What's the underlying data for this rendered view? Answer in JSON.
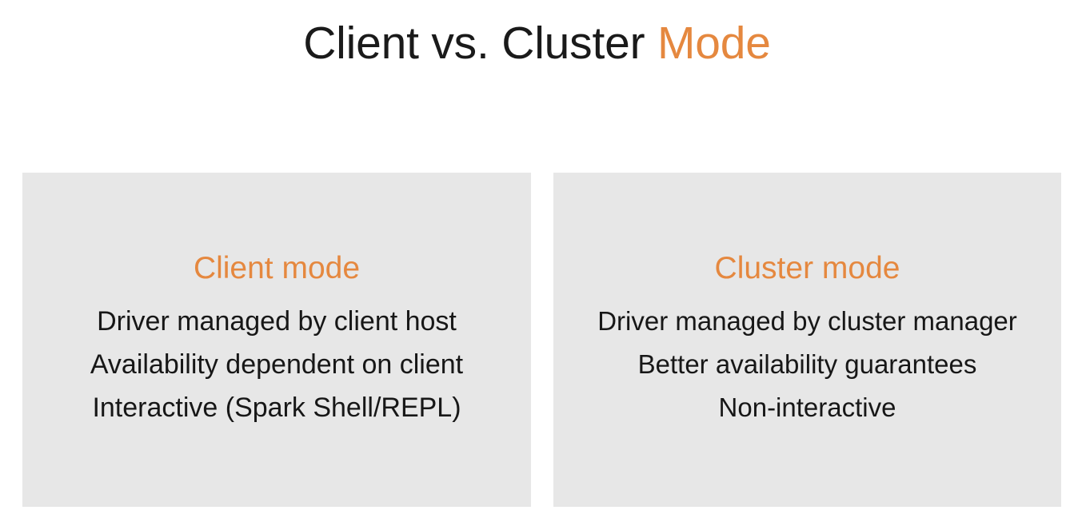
{
  "slide": {
    "title": {
      "text_plain": "Client vs. Cluster Mode",
      "lead": "Client vs. Cluster ",
      "accent": "Mode"
    },
    "background_color": "#ffffff",
    "accent_color": "#e5883f",
    "panel_background_color": "#e7e7e7",
    "body_text_color": "#171717"
  },
  "panels": [
    {
      "id": "client-mode",
      "heading": "Client mode",
      "lines": [
        "Driver managed by client host",
        "Availability dependent on client",
        "Interactive (Spark Shell/REPL)"
      ]
    },
    {
      "id": "cluster-mode",
      "heading": "Cluster mode",
      "lines": [
        "Driver managed by cluster manager",
        "Better availability guarantees",
        "Non-interactive"
      ]
    }
  ]
}
